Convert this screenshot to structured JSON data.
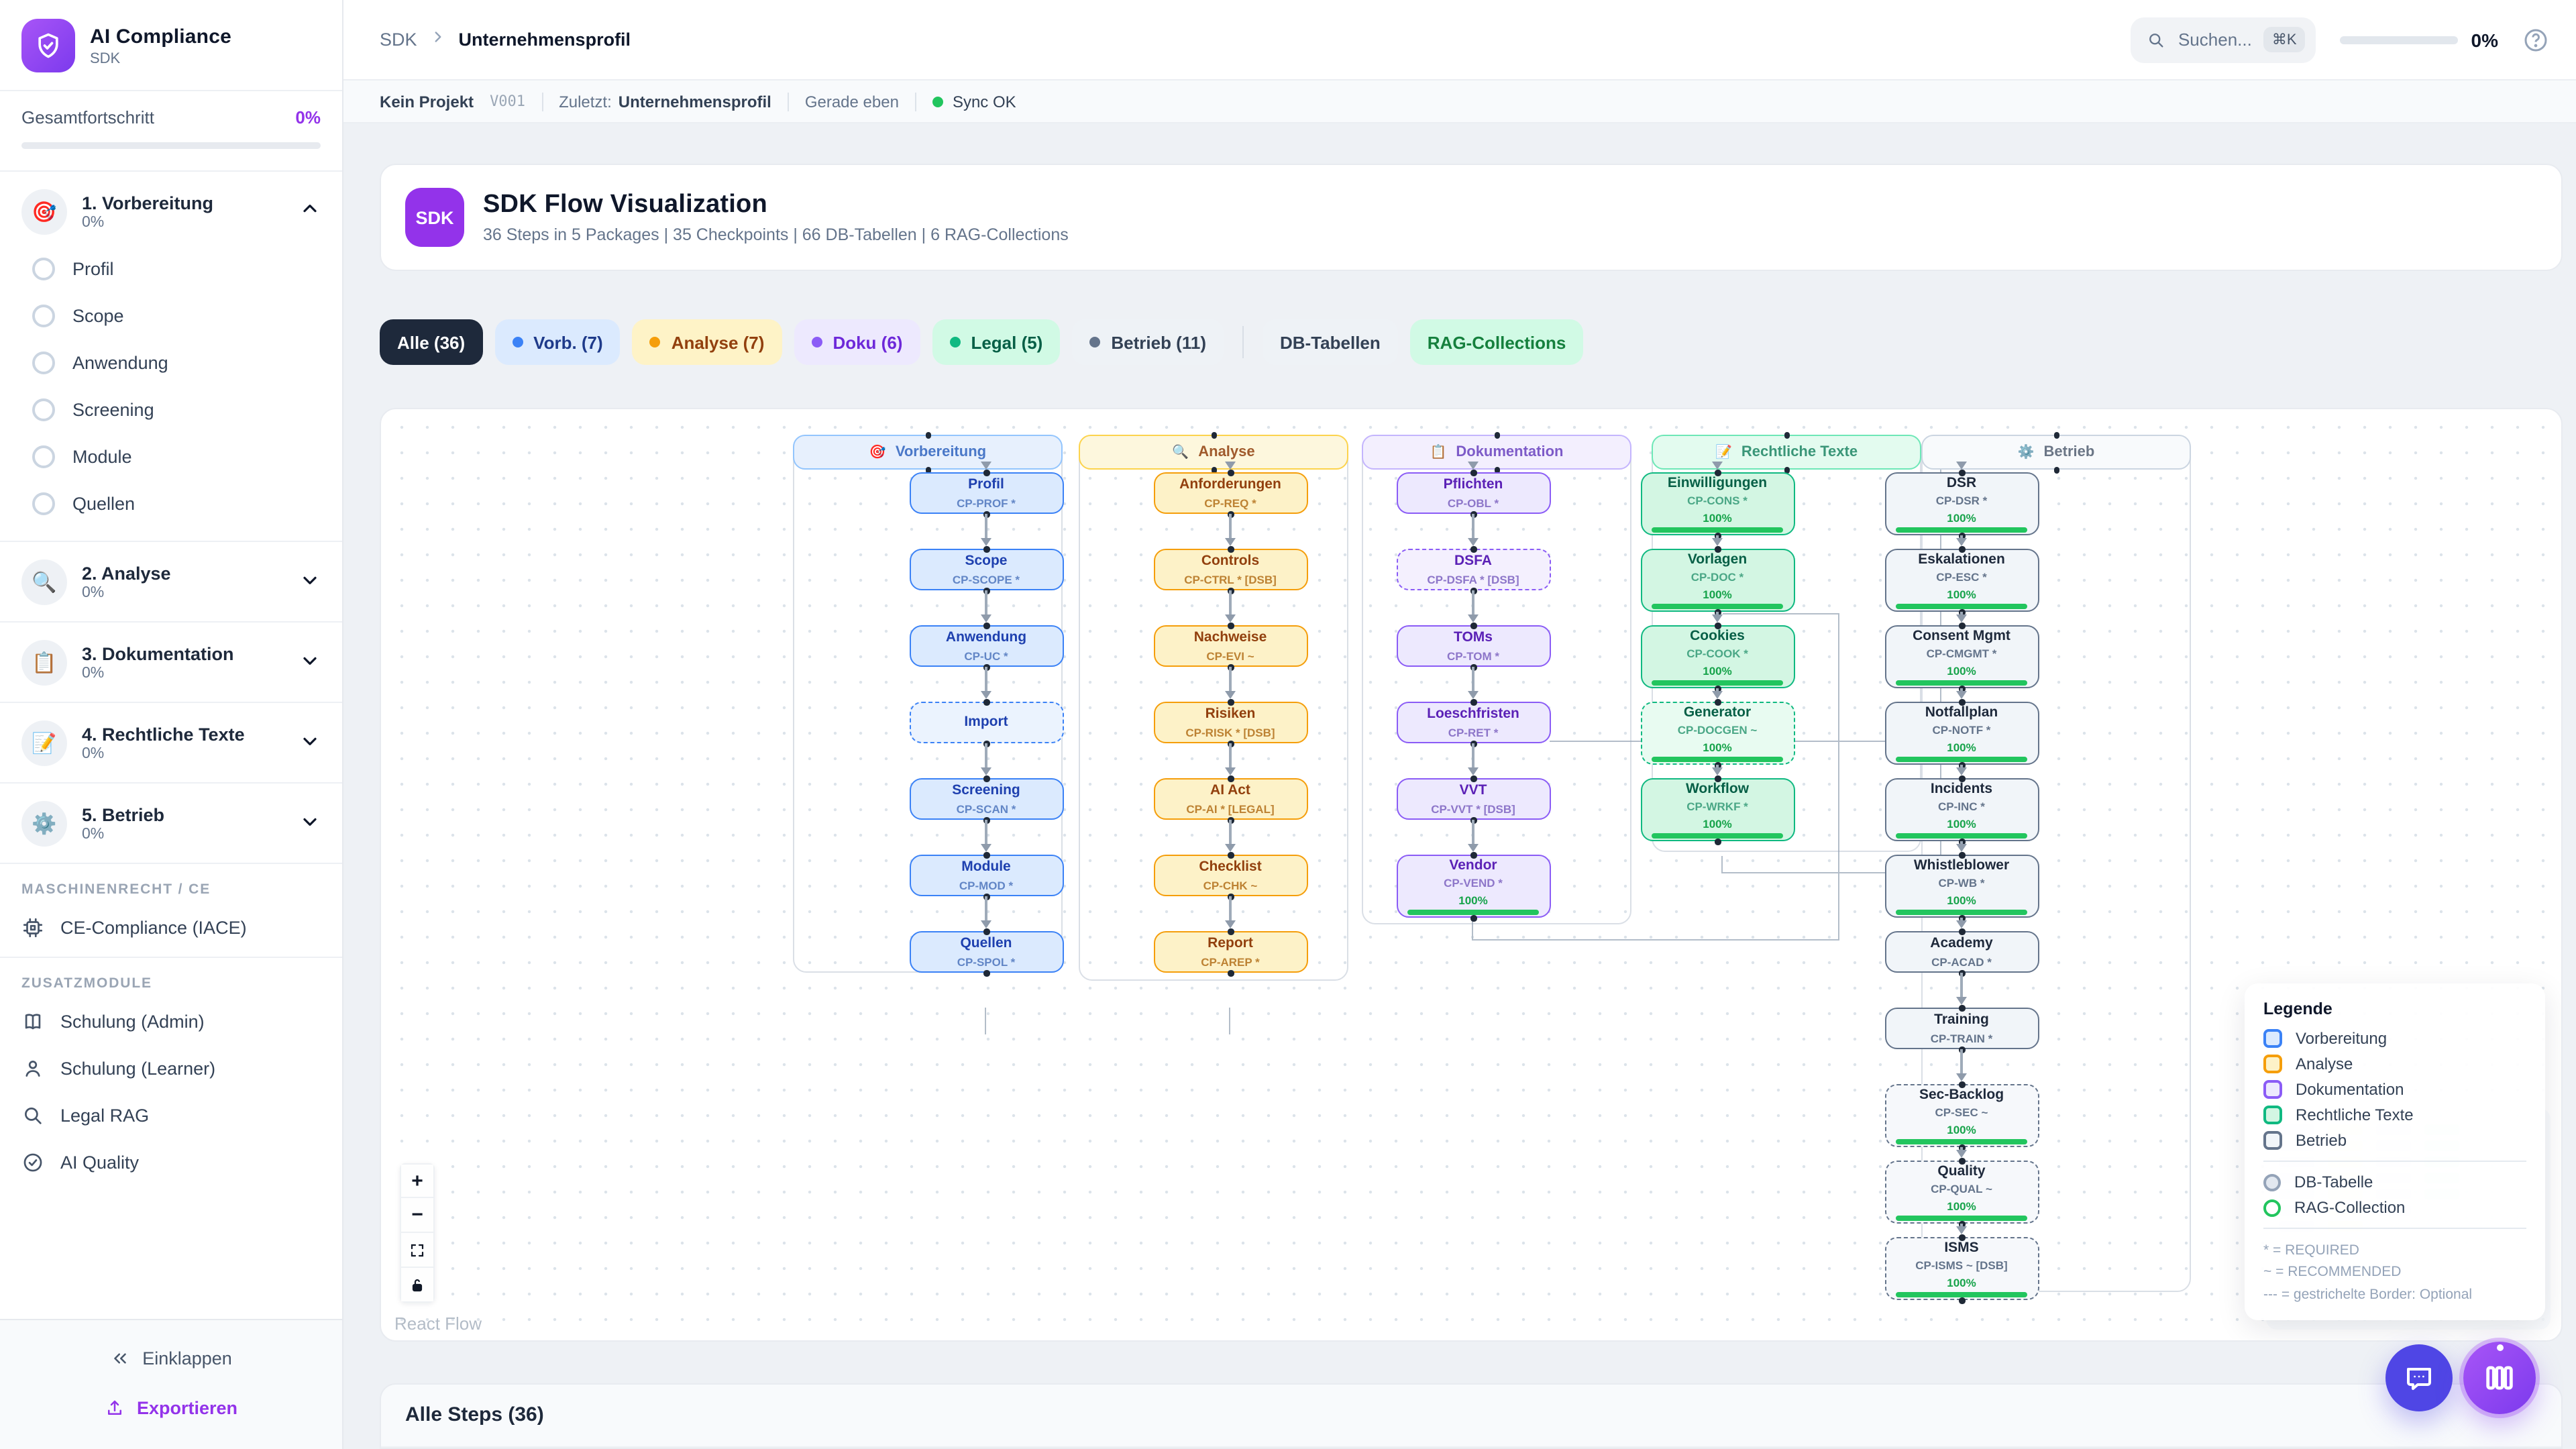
{
  "app": {
    "name": "AI Compliance",
    "subtitle": "SDK"
  },
  "sidebar": {
    "overall_label": "Gesamtfortschritt",
    "overall_value": "0%",
    "sections": [
      {
        "label": "1. Vorbereitung",
        "icon": "🎯",
        "progress": "0%",
        "expanded": true,
        "items": [
          "Profil",
          "Scope",
          "Anwendung",
          "Screening",
          "Module",
          "Quellen"
        ]
      },
      {
        "label": "2. Analyse",
        "icon": "🔍",
        "progress": "0%",
        "expanded": false,
        "items": []
      },
      {
        "label": "3. Dokumentation",
        "icon": "📋",
        "progress": "0%",
        "expanded": false,
        "items": []
      },
      {
        "label": "4. Rechtliche Texte",
        "icon": "📝",
        "progress": "0%",
        "expanded": false,
        "items": []
      },
      {
        "label": "5. Betrieb",
        "icon": "⚙️",
        "progress": "0%",
        "expanded": false,
        "items": []
      }
    ],
    "machine_label": "MASCHINENRECHT / CE",
    "machine_item": "CE-Compliance (IACE)",
    "extras_label": "ZUSATZMODULE",
    "extras": [
      {
        "label": "Schulung (Admin)",
        "icon": "book-icon"
      },
      {
        "label": "Schulung (Learner)",
        "icon": "person-icon"
      },
      {
        "label": "Legal RAG",
        "icon": "search-icon"
      },
      {
        "label": "AI Quality",
        "icon": "check-circle-icon"
      }
    ],
    "collapse_label": "Einklappen",
    "export_label": "Exportieren"
  },
  "topbar": {
    "breadcrumb_root": "SDK",
    "breadcrumb_current": "Unternehmensprofil",
    "search_placeholder": "Suchen...",
    "search_shortcut": "⌘K",
    "progress_value": "0%"
  },
  "statusbar": {
    "project": "Kein Projekt",
    "version": "V001",
    "last_label": "Zuletzt:",
    "last_value": "Unternehmensprofil",
    "time": "Gerade eben",
    "sync": "Sync OK",
    "sync_color": "#22c55e"
  },
  "flow_header": {
    "badge": "SDK",
    "title": "SDK Flow Visualization",
    "subtitle": "36 Steps in 5 Packages | 35 Checkpoints | 66 DB-Tabellen | 6 RAG-Collections"
  },
  "filters": [
    {
      "label": "Alle (36)",
      "bg": "#1e293b",
      "color": "#ffffff",
      "dot": null,
      "divider_before": false
    },
    {
      "label": "Vorb. (7)",
      "bg": "#dbeafe",
      "color": "#1e3a8a",
      "dot": "#3b82f6",
      "divider_before": false
    },
    {
      "label": "Analyse (7)",
      "bg": "#fef3c7",
      "color": "#92400e",
      "dot": "#f59e0b",
      "divider_before": false
    },
    {
      "label": "Doku (6)",
      "bg": "#ede9fe",
      "color": "#6d28d9",
      "dot": "#8b5cf6",
      "divider_before": false
    },
    {
      "label": "Legal (5)",
      "bg": "#d1fae5",
      "color": "#065f46",
      "dot": "#10b981",
      "divider_before": false
    },
    {
      "label": "Betrieb (11)",
      "bg": "#eef2f6",
      "color": "#334155",
      "dot": "#64748b",
      "divider_before": false
    },
    {
      "label": "DB-Tabellen",
      "bg": "#eef2f6",
      "color": "#334155",
      "dot": null,
      "divider_before": true
    },
    {
      "label": "RAG-Collections",
      "bg": "#d1fae5",
      "color": "#15803d",
      "dot": null,
      "divider_before": false
    }
  ],
  "flow": {
    "columns": [
      {
        "name": "Vorbereitung",
        "icon": "🎯",
        "fill": "#dbeafe",
        "fill_soft": "#ebf3fe",
        "border": "#3b82f6",
        "header_border": "#93c5fd",
        "header_fill": "#e7f0fd",
        "title_color": "#1e40af",
        "code_color": "#6286c6",
        "header_text": "#4a78c8",
        "nodes": [
          {
            "title": "Profil",
            "code": "CP-PROF *"
          },
          {
            "title": "Scope",
            "code": "CP-SCOPE *"
          },
          {
            "title": "Anwendung",
            "code": "CP-UC *"
          },
          {
            "title": "Import",
            "code": null,
            "dashed": true
          },
          {
            "title": "Screening",
            "code": "CP-SCAN *"
          },
          {
            "title": "Module",
            "code": "CP-MOD *"
          },
          {
            "title": "Quellen",
            "code": "CP-SPOL *"
          }
        ]
      },
      {
        "name": "Analyse",
        "icon": "🔍",
        "fill": "#fdf2c8",
        "fill_soft": "#fefae5",
        "border": "#f59e0b",
        "header_border": "#fcd34d",
        "header_fill": "#fdf7dd",
        "title_color": "#92400e",
        "code_color": "#bd8233",
        "header_text": "#a05a2c",
        "nodes": [
          {
            "title": "Anforderungen",
            "code": "CP-REQ *"
          },
          {
            "title": "Controls",
            "code": "CP-CTRL * [DSB]"
          },
          {
            "title": "Nachweise",
            "code": "CP-EVI ~"
          },
          {
            "title": "Risiken",
            "code": "CP-RISK * [DSB]"
          },
          {
            "title": "AI Act",
            "code": "CP-AI * [LEGAL]"
          },
          {
            "title": "Checklist",
            "code": "CP-CHK ~"
          },
          {
            "title": "Report",
            "code": "CP-AREP *"
          }
        ]
      },
      {
        "name": "Dokumentation",
        "icon": "📋",
        "fill": "#ede9fe",
        "fill_soft": "#f4f0fe",
        "border": "#8b5cf6",
        "header_border": "#c4b5fd",
        "header_fill": "#f3effe",
        "title_color": "#5b21b6",
        "code_color": "#8d76c9",
        "header_text": "#7d5bc8",
        "nodes": [
          {
            "title": "Pflichten",
            "code": "CP-OBL *"
          },
          {
            "title": "DSFA",
            "code": "CP-DSFA * [DSB]",
            "dashed": true
          },
          {
            "title": "TOMs",
            "code": "CP-TOM *"
          },
          {
            "title": "Loeschfristen",
            "code": "CP-RET *"
          },
          {
            "title": "VVT",
            "code": "CP-VVT * [DSB]"
          },
          {
            "title": "Vendor",
            "code": "CP-VEND *",
            "progress": "100%"
          }
        ]
      },
      {
        "name": "Rechtliche Texte",
        "icon": "📝",
        "fill": "#d3f6e3",
        "fill_soft": "#e8fbf1",
        "border": "#10b981",
        "header_border": "#6ee7b7",
        "header_fill": "#e3fbef",
        "title_color": "#065f46",
        "code_color": "#4aa786",
        "header_text": "#3a9678",
        "nodes": [
          {
            "title": "Einwilligungen",
            "code": "CP-CONS *",
            "progress": "100%"
          },
          {
            "title": "Vorlagen",
            "code": "CP-DOC *",
            "progress": "100%"
          },
          {
            "title": "Cookies",
            "code": "CP-COOK *",
            "progress": "100%"
          },
          {
            "title": "Generator",
            "code": "CP-DOCGEN ~",
            "dashed": true,
            "progress": "100%"
          },
          {
            "title": "Workflow",
            "code": "CP-WRKF *",
            "progress": "100%"
          }
        ]
      },
      {
        "name": "Betrieb",
        "icon": "⚙️",
        "fill": "#f1f5f9",
        "fill_soft": "#f6f8fb",
        "border": "#64748b",
        "header_border": "#cbd5e1",
        "header_fill": "#f8fafc",
        "title_color": "#1e293b",
        "code_color": "#64748b",
        "header_text": "#6b7686",
        "nodes": [
          {
            "title": "DSR",
            "code": "CP-DSR *",
            "progress": "100%"
          },
          {
            "title": "Eskalationen",
            "code": "CP-ESC *",
            "progress": "100%"
          },
          {
            "title": "Consent Mgmt",
            "code": "CP-CMGMT *",
            "progress": "100%"
          },
          {
            "title": "Notfallplan",
            "code": "CP-NOTF *",
            "progress": "100%"
          },
          {
            "title": "Incidents",
            "code": "CP-INC *",
            "progress": "100%"
          },
          {
            "title": "Whistleblower",
            "code": "CP-WB *",
            "progress": "100%"
          },
          {
            "title": "Academy",
            "code": "CP-ACAD *"
          },
          {
            "title": "Training",
            "code": "CP-TRAIN *"
          },
          {
            "title": "Sec-Backlog",
            "code": "CP-SEC ~",
            "dashed": true,
            "progress": "100%"
          },
          {
            "title": "Quality",
            "code": "CP-QUAL ~",
            "dashed": true,
            "progress": "100%"
          },
          {
            "title": "ISMS",
            "code": "CP-ISMS ~ [DSB]",
            "dashed": true,
            "progress": "100%"
          }
        ]
      }
    ],
    "controls": [
      "zoom-in",
      "zoom-out",
      "fit-view",
      "lock-open"
    ],
    "attribution": "React Flow",
    "legend": {
      "title": "Legende",
      "package_rows": [
        {
          "label": "Vorbereitung",
          "fill": "#dbeafe",
          "border": "#3b82f6"
        },
        {
          "label": "Analyse",
          "fill": "#fdf2c8",
          "border": "#f59e0b"
        },
        {
          "label": "Dokumentation",
          "fill": "#ede9fe",
          "border": "#8b5cf6"
        },
        {
          "label": "Rechtliche Texte",
          "fill": "#d3f6e3",
          "border": "#10b981"
        },
        {
          "label": "Betrieb",
          "fill": "#f1f5f9",
          "border": "#64748b"
        }
      ],
      "shape_rows": [
        {
          "label": "DB-Tabelle",
          "fill": "#e2e8f0",
          "border": "#94a3b8"
        },
        {
          "label": "RAG-Collection",
          "fill": "#ffffff",
          "border": "#22c55e"
        }
      ],
      "notes": [
        "* = REQUIRED",
        "~ = RECOMMENDED",
        "--- = gestrichelte Border: Optional"
      ]
    }
  },
  "steps_card": {
    "title": "Alle Steps (36)"
  },
  "fabs": [
    {
      "icon": "chat-icon"
    },
    {
      "icon": "columns-icon"
    }
  ]
}
